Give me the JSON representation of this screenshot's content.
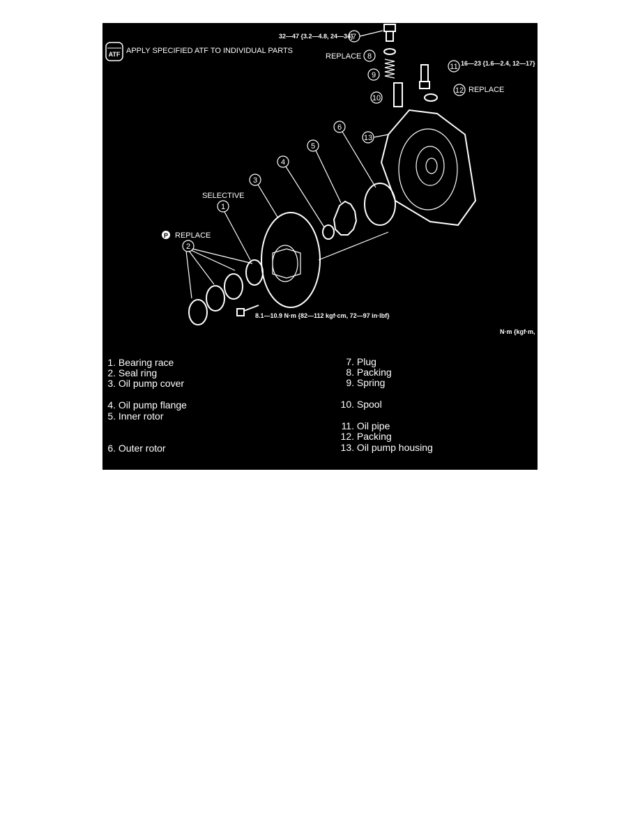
{
  "header": {
    "atf_badge": "ATF",
    "atf_note": "APPLY SPECIFIED ATF TO INDIVIDUAL PARTS",
    "p_badge": "P"
  },
  "callouts": {
    "c1": "1",
    "c2": "2",
    "c3": "3",
    "c4": "4",
    "c5": "5",
    "c6": "6",
    "c7": "7",
    "c8": "8",
    "c9": "9",
    "c10": "10",
    "c11": "11",
    "c12": "12",
    "c13": "13"
  },
  "annotations": {
    "torque_7": "32—47 {3.2—4.8, 24—34}",
    "torque_11": "16—23 {1.6—2.4, 12—17}",
    "torque_bolt": "8.1—10.9 N·m {82—112 kgf·cm, 72—97 in·lbf}",
    "replace_8": "REPLACE",
    "replace_12": "REPLACE",
    "replace_2": "REPLACE",
    "selective": "SELECTIVE",
    "units": "N·m {kgf·m,"
  },
  "legend": {
    "left": [
      {
        "num": "1.",
        "label": "Bearing race"
      },
      {
        "num": "2.",
        "label": "Seal ring"
      },
      {
        "num": "3.",
        "label": "Oil pump cover"
      },
      {
        "num": "4.",
        "label": "Oil pump flange"
      },
      {
        "num": "5.",
        "label": "Inner rotor"
      },
      {
        "num": "6.",
        "label": "Outer rotor"
      }
    ],
    "right": [
      {
        "num": "7.",
        "label": "Plug"
      },
      {
        "num": "8.",
        "label": "Packing"
      },
      {
        "num": "9.",
        "label": "Spring"
      },
      {
        "num": "10.",
        "label": "Spool"
      },
      {
        "num": "11.",
        "label": "Oil pipe"
      },
      {
        "num": "12.",
        "label": "Packing"
      },
      {
        "num": "13.",
        "label": "Oil pump housing"
      }
    ]
  }
}
